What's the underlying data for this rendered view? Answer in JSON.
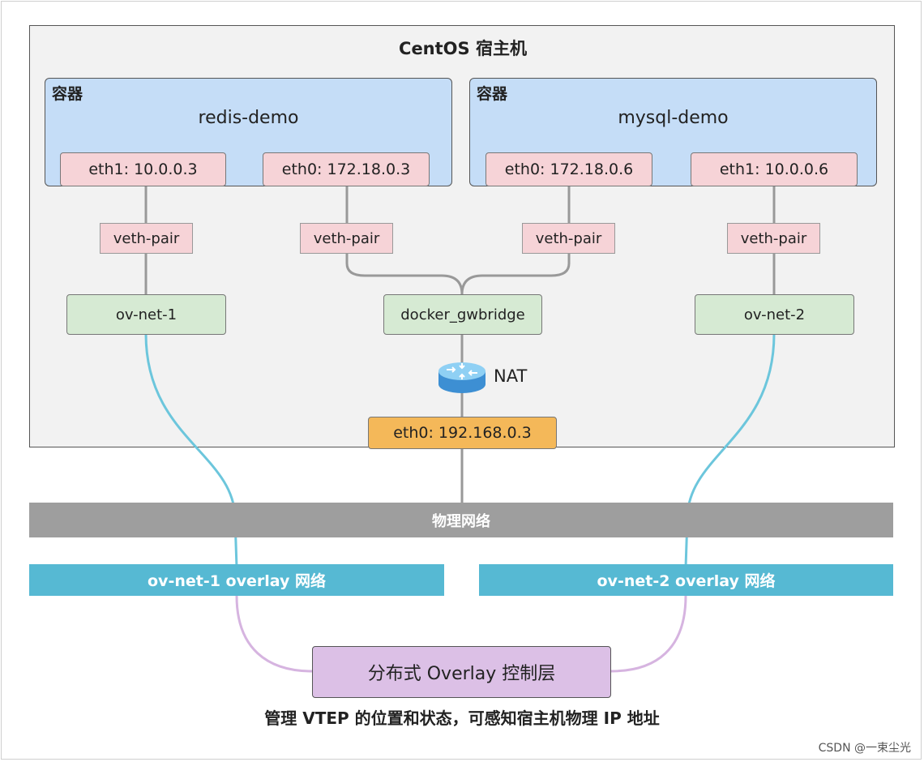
{
  "host": {
    "title": "CentOS 宿主机"
  },
  "containers": [
    {
      "tag": "容器",
      "name": "redis-demo",
      "if_a": "eth1: 10.0.0.3",
      "if_b": "eth0: 172.18.0.3"
    },
    {
      "tag": "容器",
      "name": "mysql-demo",
      "if_a": "eth0: 172.18.0.6",
      "if_b": "eth1: 10.0.0.6"
    }
  ],
  "veth": [
    "veth-pair",
    "veth-pair",
    "veth-pair",
    "veth-pair"
  ],
  "bridges": {
    "ov1": "ov-net-1",
    "gw": "docker_gwbridge",
    "ov2": "ov-net-2"
  },
  "nat": {
    "label": "NAT",
    "icon": "router-icon"
  },
  "host_if": "eth0: 192.168.0.3",
  "physical_network": "物理网络",
  "overlays": [
    "ov-net-1 overlay 网络",
    "ov-net-2 overlay 网络"
  ],
  "control_plane": "分布式 Overlay 控制层",
  "caption": "管理 VTEP 的位置和状态，可感知宿主机物理 IP 地址",
  "watermark": "CSDN @一束尘光",
  "colors": {
    "container_fill": "#c5ddf7",
    "interface_fill": "#f6d3d7",
    "bridge_fill": "#d6ead3",
    "host_interface_fill": "#f4b859",
    "physical_band": "#9e9e9e",
    "overlay_band": "#56b9d3",
    "control_fill": "#dcc0e6",
    "overlay_line": "#6cc6dc",
    "control_line": "#d6b4e0"
  }
}
